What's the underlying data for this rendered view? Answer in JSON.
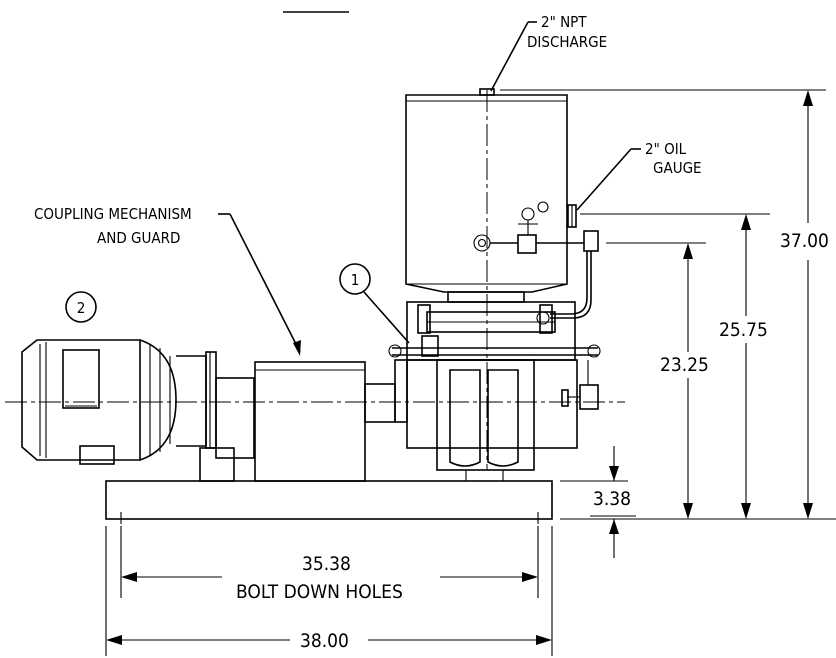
{
  "callouts": {
    "discharge_line1": "2\" NPT",
    "discharge_line2": "DISCHARGE",
    "oil_gauge_line1": "2\" OIL",
    "oil_gauge_line2": "GAUGE",
    "coupling_line1": "COUPLING MECHANISM",
    "coupling_line2": "AND GUARD",
    "balloon_1": "1",
    "balloon_2": "2"
  },
  "dimensions": {
    "overall_height": "37.00",
    "height_25": "25.75",
    "height_23": "23.25",
    "base_height": "3.38",
    "bolt_spacing": "35.38",
    "bolt_label": "BOLT DOWN HOLES",
    "overall_length": "38.00"
  }
}
